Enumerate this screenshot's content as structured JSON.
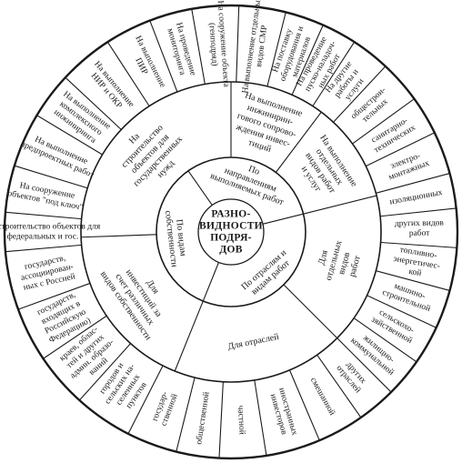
{
  "center": {
    "lines": [
      "РАЗНО-",
      "ВИДНОСТИ",
      "ПОДРЯ-",
      "ДОВ"
    ]
  },
  "inner": [
    {
      "id": "napravl",
      "lines": [
        "По",
        "направлениям",
        "выполняемых работ"
      ]
    },
    {
      "id": "otrasli",
      "lines": [
        "По отраслям и",
        "видам работ"
      ]
    },
    {
      "id": "sobstv",
      "lines": [
        "По видам",
        "собственности"
      ]
    }
  ],
  "middle": [
    {
      "id": "inzhiniring",
      "lines": [
        "На выполнение",
        "инжинирин-",
        "гового сопрово-",
        "ждения инвес-",
        "тиций"
      ]
    },
    {
      "id": "otd_vidy",
      "lines": [
        "На выполнение",
        "отдельных",
        "видов работ",
        "и услуг"
      ]
    },
    {
      "id": "otd_raboty",
      "lines": [
        "Для",
        "отдельных",
        "видов",
        "работ"
      ]
    },
    {
      "id": "dlya_otrasley",
      "lines": [
        "Для отраслей"
      ]
    },
    {
      "id": "investicii",
      "lines": [
        "Для",
        "инвестиций за",
        "счет различных",
        "видов собственности"
      ]
    },
    {
      "id": "gos_nuzhdy",
      "lines": [
        "На",
        "строительство",
        "объектов для",
        "государственных",
        "нужд"
      ]
    }
  ],
  "outer": [
    {
      "lines": [
        "На сооружение объекта",
        "(генподряд)"
      ]
    },
    {
      "lines": [
        "На выполнение отдельных",
        "видов СМР"
      ]
    },
    {
      "lines": [
        "На поставку",
        "оборудования и",
        "материалов"
      ]
    },
    {
      "lines": [
        "На проведение",
        "пуско-наладоч-",
        "ных работ"
      ]
    },
    {
      "lines": [
        "На другие",
        "работы и",
        "услуги"
      ]
    },
    {
      "lines": [
        "общестрои-",
        "тельных"
      ]
    },
    {
      "lines": [
        "санитарно-",
        "технических"
      ]
    },
    {
      "lines": [
        "электро-",
        "монтажных"
      ]
    },
    {
      "lines": [
        "изоляционных"
      ]
    },
    {
      "lines": [
        "других видов",
        "работ"
      ]
    },
    {
      "lines": [
        "топливно-",
        "энергетичес-",
        "кой"
      ]
    },
    {
      "lines": [
        "машино-",
        "строительной"
      ]
    },
    {
      "lines": [
        "сельскохо-",
        "зяйственной"
      ]
    },
    {
      "lines": [
        "жилищно-",
        "коммунальной"
      ]
    },
    {
      "lines": [
        "других",
        "отраслей"
      ]
    },
    {
      "lines": [
        "смешанной"
      ]
    },
    {
      "lines": [
        "иностранных",
        "инвесторов"
      ]
    },
    {
      "lines": [
        "частной"
      ]
    },
    {
      "lines": [
        "общественной"
      ]
    },
    {
      "lines": [
        "государ-",
        "ственной"
      ]
    },
    {
      "lines": [
        "городов и",
        "сельских на-",
        "селенных",
        "пунктов"
      ]
    },
    {
      "lines": [
        "краев, облас-",
        "тей и других",
        "админ. образо-",
        "ваний"
      ]
    },
    {
      "lines": [
        "государств,",
        "входящих в",
        "Российскую",
        "Федерацию)"
      ]
    },
    {
      "lines": [
        "государств,",
        "ассоциирован-",
        "ных с Россией"
      ]
    },
    {
      "lines": [
        "На строительство объектов для",
        "федеральных и гос."
      ]
    },
    {
      "lines": [
        "На сооружение",
        "объектов \"под ключ\""
      ]
    },
    {
      "lines": [
        "На выполнение",
        "предпроектных работ"
      ]
    },
    {
      "lines": [
        "На выполнение",
        "комплексного",
        "инжиниринга"
      ]
    },
    {
      "lines": [
        "На выполнение",
        "НИР и ОКР"
      ]
    },
    {
      "lines": [
        "На выполнение",
        "ПИР"
      ]
    },
    {
      "lines": [
        "На проведение",
        "мониторинга"
      ]
    }
  ]
}
